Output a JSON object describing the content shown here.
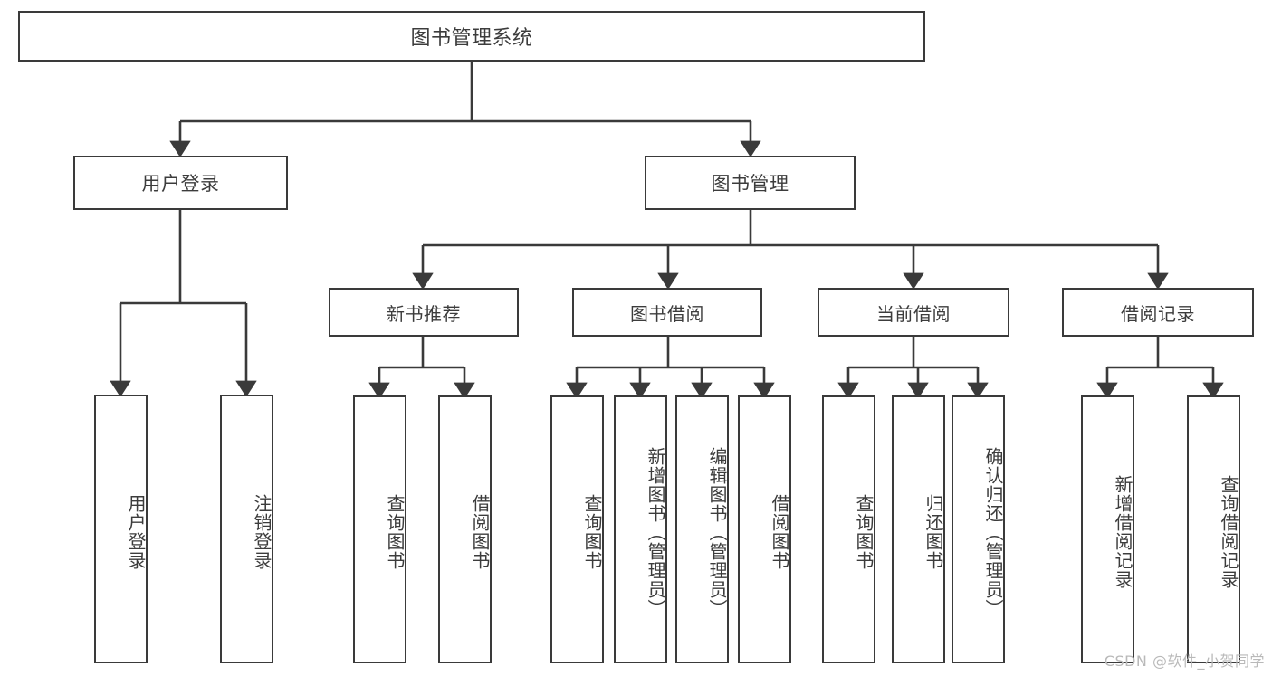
{
  "diagram": {
    "title": "图书管理系统",
    "type": "功能结构图",
    "colors": {
      "box_border": "#3a3a3a",
      "box_fill": "#ffffff",
      "text": "#3c3c3c",
      "connector": "#3a3a3a",
      "watermark": "#b9b9b9",
      "background": "#ffffff"
    },
    "root": {
      "label": "图书管理系统"
    },
    "level1": [
      {
        "label": "用户登录"
      },
      {
        "label": "图书管理"
      }
    ],
    "level2": [
      {
        "label": "新书推荐"
      },
      {
        "label": "图书借阅"
      },
      {
        "label": "当前借阅"
      },
      {
        "label": "借阅记录"
      }
    ],
    "leaves": {
      "user_login": [
        {
          "label": "用户登录"
        },
        {
          "label": "注销登录"
        }
      ],
      "new_book_recommend": [
        {
          "label": "查询图书"
        },
        {
          "label": "借阅图书"
        }
      ],
      "book_borrow": [
        {
          "label": "查询图书"
        },
        {
          "label": "新增图书（管理员）"
        },
        {
          "label": "编辑图书（管理员）"
        },
        {
          "label": "借阅图书"
        }
      ],
      "current_borrow": [
        {
          "label": "查询图书"
        },
        {
          "label": "归还图书"
        },
        {
          "label": "确认归还（管理员）"
        }
      ],
      "borrow_record": [
        {
          "label": "新增借阅记录"
        },
        {
          "label": "查询借阅记录"
        }
      ]
    }
  },
  "watermark": {
    "text": "CSDN @软件_小贺同学"
  }
}
